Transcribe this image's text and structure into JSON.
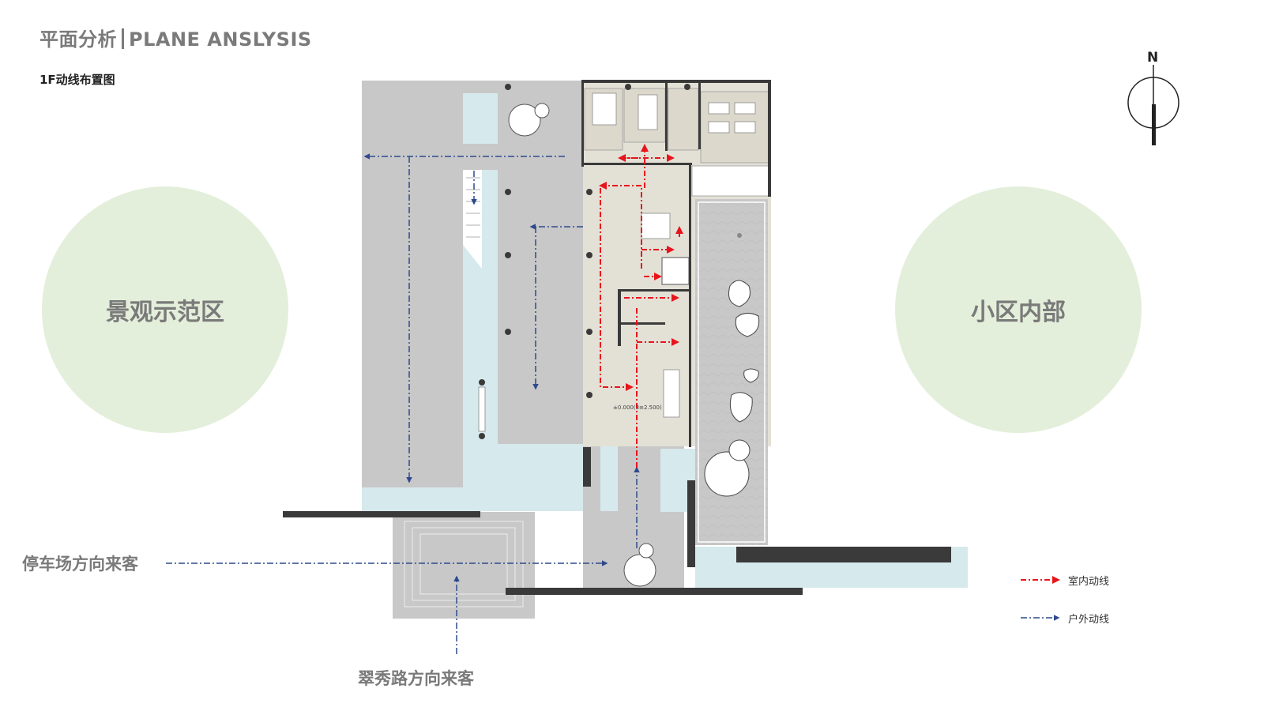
{
  "header": {
    "title_cn": "平面分析",
    "title_en": "PLANE ANSLYSIS",
    "subtitle": "1F动线布置图"
  },
  "zones": {
    "left": "景观示范区",
    "right": "小区内部"
  },
  "arrivals": {
    "parking": "停车场方向来客",
    "road": "翠秀路方向来客"
  },
  "plan": {
    "elevation_label": "±0.000(3≡2.500)"
  },
  "compass": {
    "north": "N"
  },
  "legend": {
    "indoor": "室内动线",
    "outdoor": "户外动线"
  },
  "colors": {
    "indoor_line": "#e8141c",
    "outdoor_line": "#2e4a8c",
    "zone_fill": "#e3efda",
    "paving": "#c8c8c8",
    "water": "#d6e9ec",
    "interior": "#e3e1d6",
    "wall": "#3a3a3a"
  }
}
